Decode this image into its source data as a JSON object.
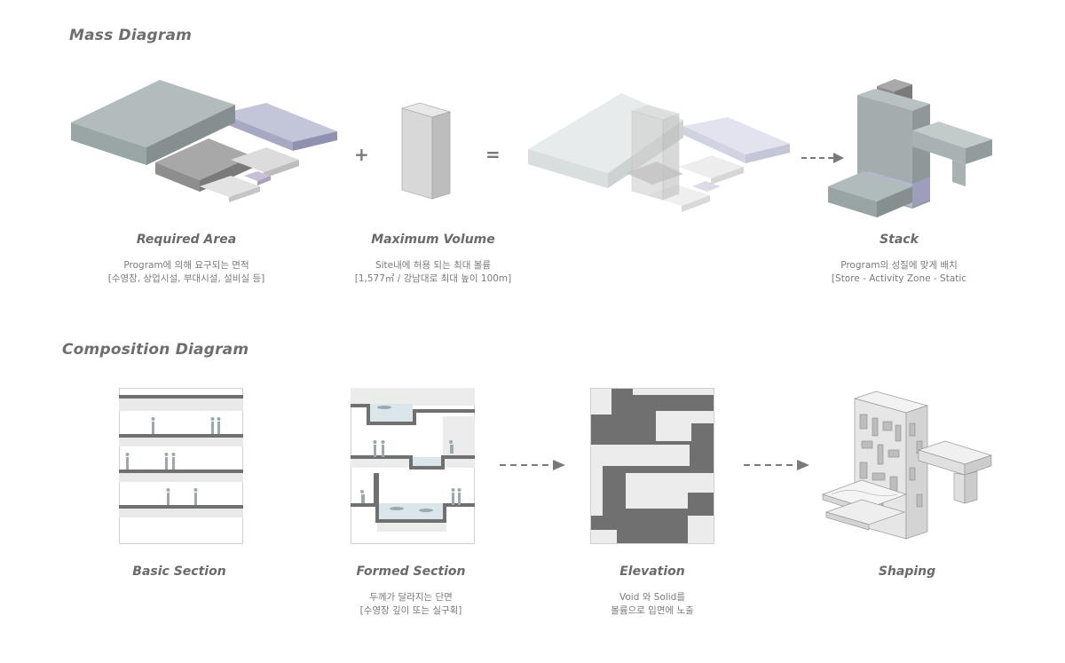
{
  "mass": {
    "title": "Mass Diagram",
    "plus_symbol": "+",
    "equals_symbol": "=",
    "required_area": {
      "label": "Required Area",
      "caption_line1": "Program에 의해 요구되는 면적",
      "caption_line2": "[수영장, 상업시설, 부대시설, 설비실 등]"
    },
    "maximum_volume": {
      "label": "Maximum Volume",
      "caption_line1": "Site내에 허용 되는 최대 볼륨",
      "caption_line2": "[1,577㎡ / 강남대로 최대 높이 100m]"
    },
    "stack": {
      "label": "Stack",
      "caption_line1": "Program의 성질에 맞게 배치",
      "caption_line2": "[Store - Activity Zone - Static"
    }
  },
  "composition": {
    "title": "Composition Diagram",
    "basic_section": {
      "label": "Basic Section"
    },
    "formed_section": {
      "label": "Formed Section",
      "caption_line1": "두께가 달라지는 단면",
      "caption_line2": "[수영장 깊이 또는 실구획]"
    },
    "elevation": {
      "label": "Elevation",
      "caption_line1": "Void 와 Solid를",
      "caption_line2": "볼륨으로 입면에 노출"
    },
    "shaping": {
      "label": "Shaping"
    }
  },
  "colors": {
    "gray_block": "#a9b3b3",
    "purple_block": "#b3b6cc",
    "arrow": "#7a7a7a",
    "solid": "#707070"
  },
  "icons": {
    "arrow": "dashed-arrow-right-icon",
    "person": "person-silhouette-icon"
  }
}
